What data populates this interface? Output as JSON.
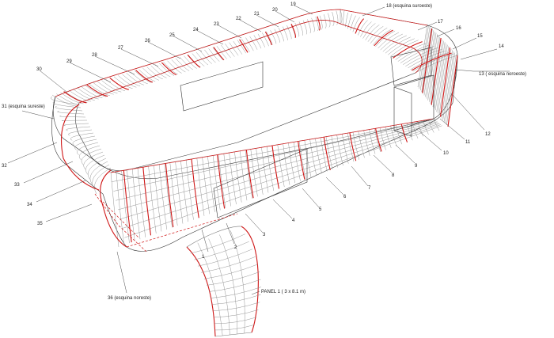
{
  "diagram": {
    "labels": [
      {
        "id": "l1",
        "text": "1"
      },
      {
        "id": "l2",
        "text": "2"
      },
      {
        "id": "l3",
        "text": "3"
      },
      {
        "id": "l4",
        "text": "4"
      },
      {
        "id": "l5",
        "text": "5"
      },
      {
        "id": "l6",
        "text": "6"
      },
      {
        "id": "l7",
        "text": "7"
      },
      {
        "id": "l8",
        "text": "8"
      },
      {
        "id": "l9",
        "text": "9"
      },
      {
        "id": "l10",
        "text": "10"
      },
      {
        "id": "l11",
        "text": "11"
      },
      {
        "id": "l12",
        "text": "12"
      },
      {
        "id": "l13",
        "text": "13 ( esquina noroeste)"
      },
      {
        "id": "l14",
        "text": "14"
      },
      {
        "id": "l15",
        "text": "15"
      },
      {
        "id": "l16",
        "text": "16"
      },
      {
        "id": "l17",
        "text": "17"
      },
      {
        "id": "l18",
        "text": "18 (esquina suroeste)"
      },
      {
        "id": "l19",
        "text": "19"
      },
      {
        "id": "l20",
        "text": "20"
      },
      {
        "id": "l21",
        "text": "21"
      },
      {
        "id": "l22",
        "text": "22"
      },
      {
        "id": "l23",
        "text": "23"
      },
      {
        "id": "l24",
        "text": "24"
      },
      {
        "id": "l25",
        "text": "25"
      },
      {
        "id": "l26",
        "text": "26"
      },
      {
        "id": "l27",
        "text": "27"
      },
      {
        "id": "l28",
        "text": "28"
      },
      {
        "id": "l29",
        "text": "29"
      },
      {
        "id": "l30",
        "text": "30"
      },
      {
        "id": "l31",
        "text": "31 (esquina sureste)"
      },
      {
        "id": "l32",
        "text": "32"
      },
      {
        "id": "l33",
        "text": "33"
      },
      {
        "id": "l34",
        "text": "34"
      },
      {
        "id": "l35",
        "text": "35"
      },
      {
        "id": "l36",
        "text": "36 (esquina noreste)"
      },
      {
        "id": "panel",
        "text": "PANEL 1 ( 3 x 8.1 m)"
      }
    ]
  }
}
